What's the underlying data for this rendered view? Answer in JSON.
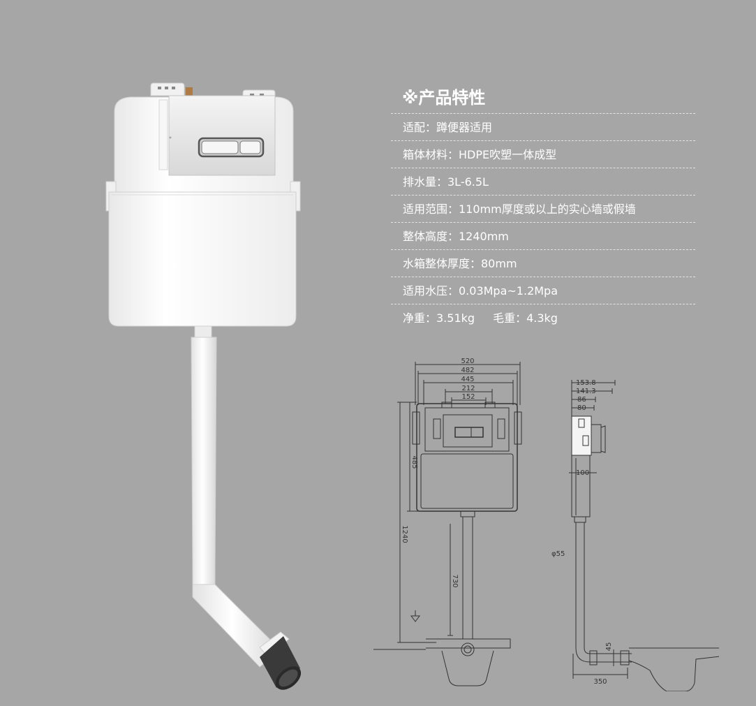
{
  "specs": {
    "title": "※产品特性",
    "rows": [
      "适配：蹲便器适用",
      "箱体材料：HDPE吹塑一体成型",
      "排水量：3L-6.5L",
      "适用范围：110mm厚度或以上的实心墙或假墙",
      "整体高度：1240mm",
      "水箱整体厚度：80mm",
      "适用水压：0.03Mpa~1.2Mpa"
    ],
    "weight_net": "净重：3.51kg",
    "weight_gross": "毛重：4.3kg"
  },
  "front_drawing": {
    "dimensions": {
      "w520": "520",
      "w482": "482",
      "w445": "445",
      "w212": "212",
      "w152": "152",
      "h485": "485",
      "h1240": "1240",
      "h730": "730"
    }
  },
  "side_drawing": {
    "dimensions": {
      "d153": "153.8",
      "d141": "141.3",
      "d86": "86",
      "d80": "80",
      "d100": "100",
      "d55": "φ55",
      "d45": "45",
      "d350": "350"
    }
  },
  "colors": {
    "background": "#a6a6a6",
    "text": "#ffffff",
    "drawing_line": "#333333"
  }
}
